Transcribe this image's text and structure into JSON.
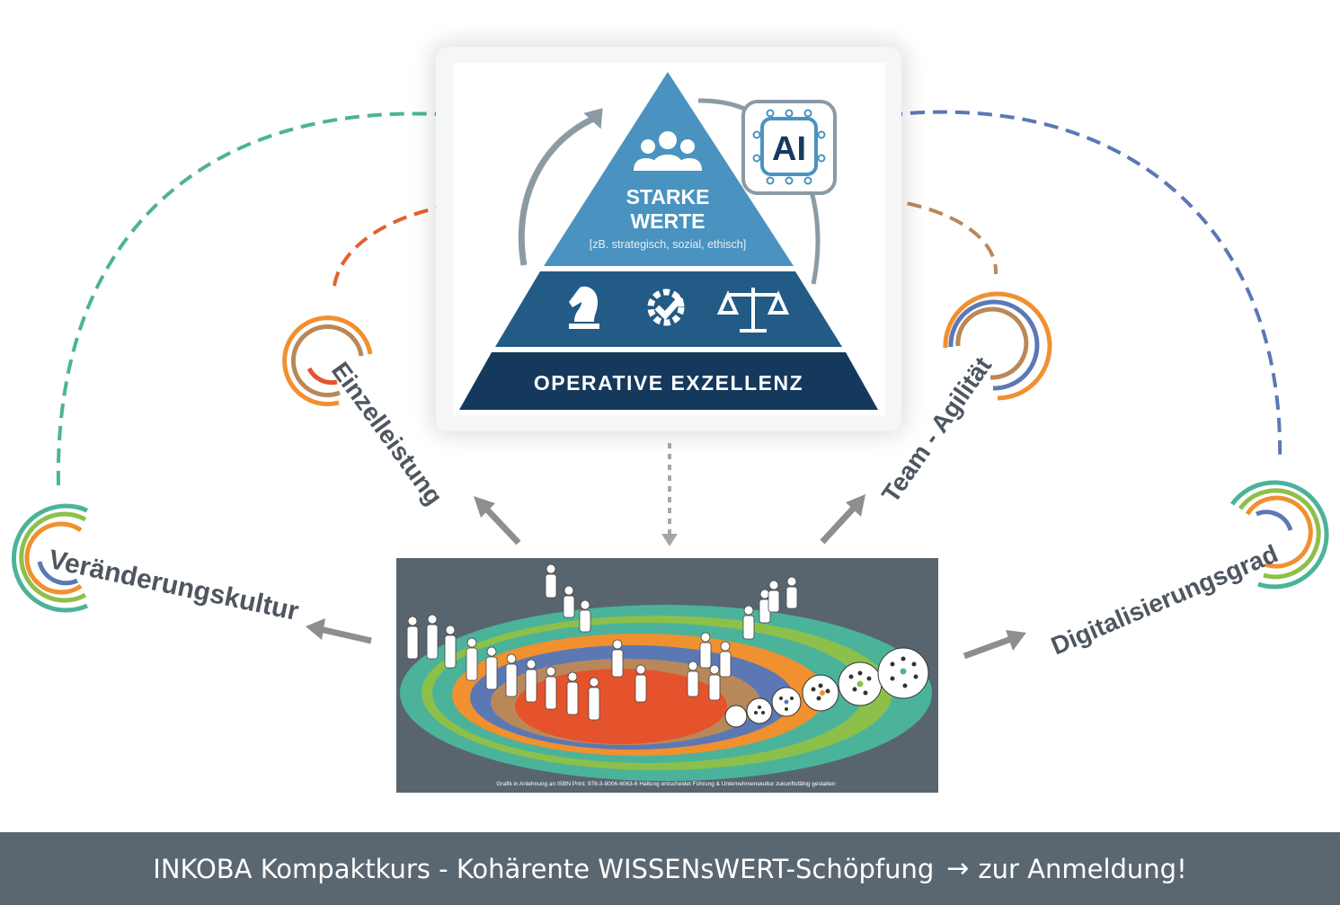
{
  "pyramid": {
    "top_title_line1": "STARKE",
    "top_title_line2": "WERTE",
    "top_subtitle": "[zB. strategisch, sozial, ethisch]",
    "base_title": "OPERATIVE EXZELLENZ",
    "ai_badge": "AI",
    "icons": [
      "people-icon",
      "chess-knight-icon",
      "gear-check-icon",
      "scales-icon"
    ]
  },
  "labels": {
    "left_outer": "Veränderungskultur",
    "left_inner": "Einzelleistung",
    "right_inner": "Team - Agilität",
    "right_outer": "Digitalisierungsgrad"
  },
  "photo": {
    "caption": "Grafik in Anlehnung an ISBN Print: 978-3-8006-6063-6 Haltung entscheidet Führung & Unternehmenskultur zukunftsfähig gestalten"
  },
  "footer": {
    "text_left": "INKOBA Kompaktkurs - Kohärente WISSENsWERT-Schöpfung",
    "arrow": "→",
    "text_right": "zur Anmeldung!"
  },
  "colors": {
    "green": "#4bb39a",
    "orange": "#f0902f",
    "red": "#e5532c",
    "blue": "#5b78b5",
    "brown": "#b9885a",
    "lime": "#8dc04a",
    "pyramid_top": "#4a93c0",
    "pyramid_mid": "#225b86",
    "pyramid_base": "#15395c",
    "footer_bg": "#5b6770"
  }
}
